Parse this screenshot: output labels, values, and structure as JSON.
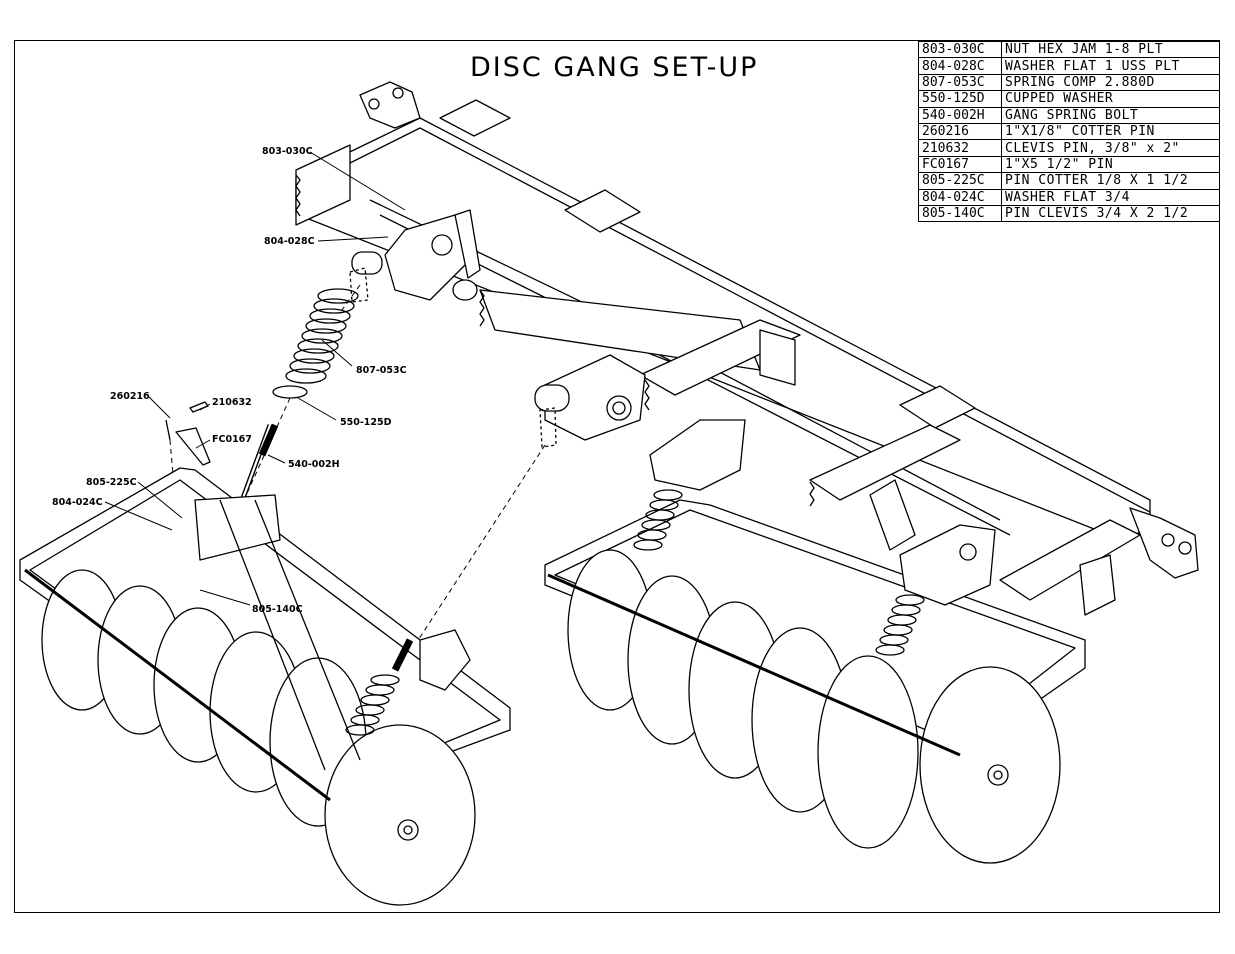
{
  "title": "DISC GANG SET-UP",
  "parts": [
    {
      "part_no": "803-030C",
      "description": "NUT HEX JAM 1-8 PLT"
    },
    {
      "part_no": "804-028C",
      "description": "WASHER FLAT 1 USS PLT"
    },
    {
      "part_no": "807-053C",
      "description": "SPRING COMP 2.880D"
    },
    {
      "part_no": "550-125D",
      "description": "CUPPED WASHER"
    },
    {
      "part_no": "540-002H",
      "description": "GANG SPRING BOLT"
    },
    {
      "part_no": "260216",
      "description": "1\"X1/8\" COTTER PIN"
    },
    {
      "part_no": "210632",
      "description": "CLEVIS PIN, 3/8\" x 2\""
    },
    {
      "part_no": "FC0167",
      "description": "1\"X5 1/2\" PIN"
    },
    {
      "part_no": "805-225C",
      "description": "PIN COTTER 1/8 X 1 1/2"
    },
    {
      "part_no": "804-024C",
      "description": "WASHER FLAT 3/4"
    },
    {
      "part_no": "805-140C",
      "description": "PIN CLEVIS 3/4 X 2 1/2"
    }
  ],
  "callouts": {
    "c803_030c": "803-030C",
    "c804_028c": "804-028C",
    "c807_053c": "807-053C",
    "c550_125d": "550-125D",
    "c260216": "260216",
    "c210632": "210632",
    "cfc0167": "FC0167",
    "c540_002h": "540-002H",
    "c805_225c": "805-225C",
    "c804_024c": "804-024C",
    "c805_140c": "805-140C"
  }
}
